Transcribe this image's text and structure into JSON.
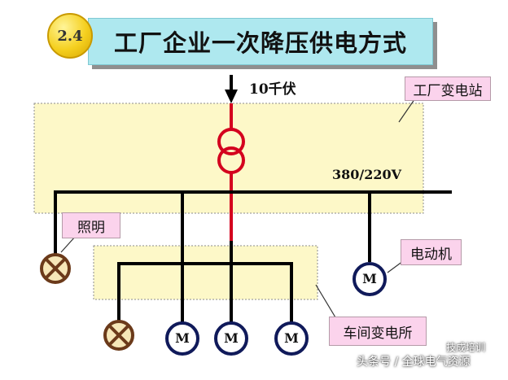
{
  "title": {
    "badge": "2.4",
    "text": "工厂企业一次降压供电方式"
  },
  "labels": {
    "input_voltage": "10千伏",
    "bus_voltage": "380/220V"
  },
  "callouts": {
    "factory_substation": "工厂变电站",
    "lighting": "照明",
    "motor": "电动机",
    "workshop_substation": "车间变电所"
  },
  "motor_symbol": "M",
  "watermark": {
    "main": "头条号 / 全球电气资源",
    "sub": "技成培训"
  },
  "colors": {
    "title_bg": "#aee8ef",
    "badge": "#f5d020",
    "zone_fill": "#fdf8c8",
    "callout_fill": "#fbd3ec",
    "primary_line": "#d4001e",
    "bus_line": "#000000",
    "motor_ring": "#101a5a"
  }
}
